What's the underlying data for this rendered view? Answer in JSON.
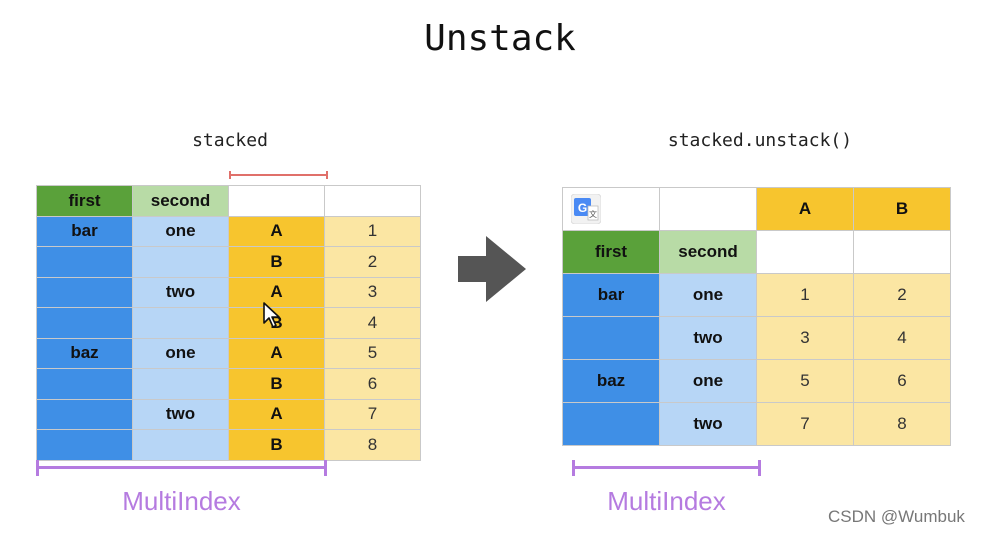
{
  "title": "Unstack",
  "left": {
    "caption": "stacked",
    "headers": [
      "first",
      "second",
      "",
      ""
    ],
    "rows": [
      {
        "first": "bar",
        "second": "one",
        "col": "A",
        "val": "1"
      },
      {
        "first": "",
        "second": "",
        "col": "B",
        "val": "2"
      },
      {
        "first": "",
        "second": "two",
        "col": "A",
        "val": "3"
      },
      {
        "first": "",
        "second": "",
        "col": "B",
        "val": "4"
      },
      {
        "first": "baz",
        "second": "one",
        "col": "A",
        "val": "5"
      },
      {
        "first": "",
        "second": "",
        "col": "B",
        "val": "6"
      },
      {
        "first": "",
        "second": "two",
        "col": "A",
        "val": "7"
      },
      {
        "first": "",
        "second": "",
        "col": "B",
        "val": "8"
      }
    ],
    "bracket_label": "MultiIndex"
  },
  "right": {
    "caption": "stacked.unstack()",
    "columns": [
      "A",
      "B"
    ],
    "index_headers": [
      "first",
      "second"
    ],
    "rows": [
      {
        "first": "bar",
        "second": "one",
        "A": "1",
        "B": "2"
      },
      {
        "first": "",
        "second": "two",
        "A": "3",
        "B": "4"
      },
      {
        "first": "baz",
        "second": "one",
        "A": "5",
        "B": "6"
      },
      {
        "first": "",
        "second": "two",
        "A": "7",
        "B": "8"
      }
    ],
    "bracket_label": "MultiIndex"
  },
  "watermark": "CSDN @Wumbuk",
  "colors": {
    "first_header": "#5aa13a",
    "second_header": "#b8dba6",
    "first_index": "#3f8fe6",
    "second_index": "#b7d6f6",
    "column_label": "#f7c52e",
    "values": "#fbe6a3",
    "bracket": "#b57be0",
    "arrow": "#555555"
  },
  "icons": [
    "arrow-right-icon",
    "cursor-icon",
    "google-translate-icon"
  ]
}
